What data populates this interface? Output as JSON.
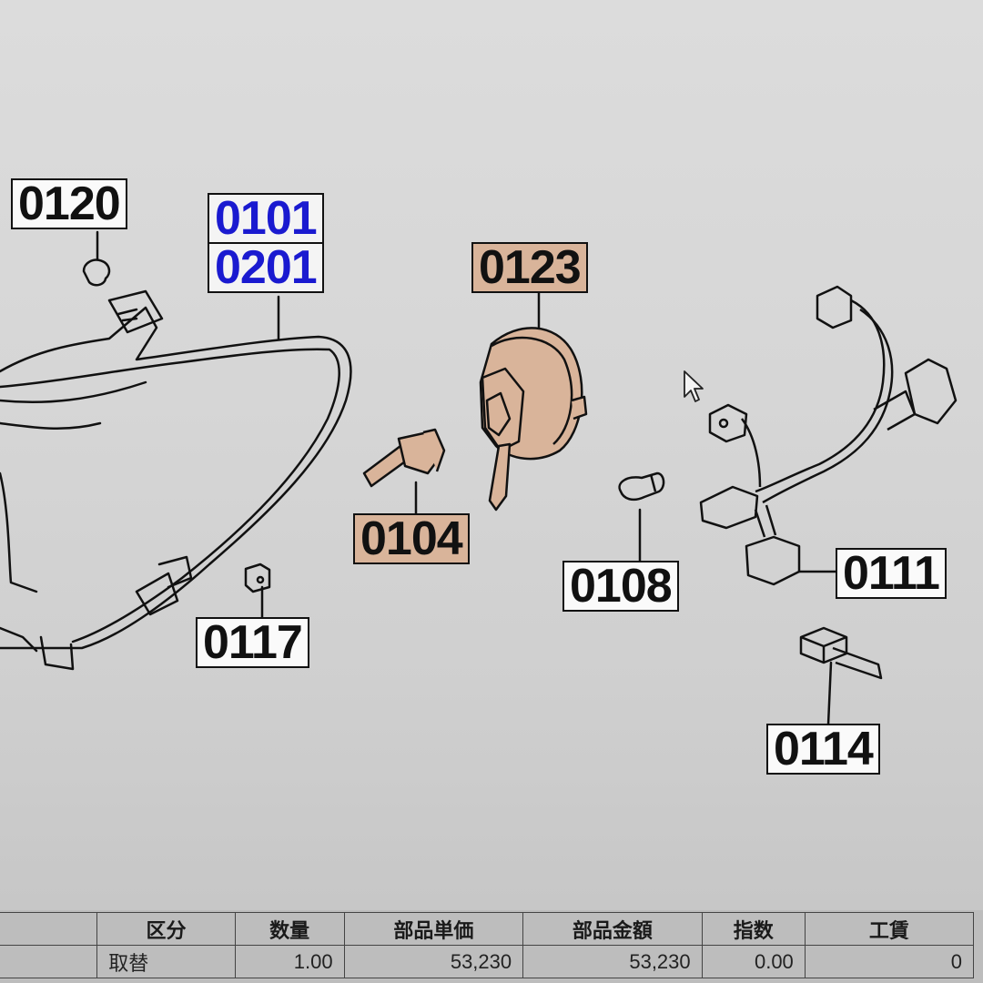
{
  "diagram": {
    "callouts": [
      {
        "id": "0120",
        "label": "0120",
        "style": "plain"
      },
      {
        "id": "0101",
        "label": "0101",
        "style": "blue-link"
      },
      {
        "id": "0201",
        "label": "0201",
        "style": "blue-link"
      },
      {
        "id": "0123",
        "label": "0123",
        "style": "highlighted"
      },
      {
        "id": "0104",
        "label": "0104",
        "style": "highlighted"
      },
      {
        "id": "0117",
        "label": "0117",
        "style": "plain"
      },
      {
        "id": "0108",
        "label": "0108",
        "style": "plain"
      },
      {
        "id": "0111",
        "label": "0111",
        "style": "plain"
      },
      {
        "id": "0114",
        "label": "0114",
        "style": "plain"
      }
    ],
    "colors": {
      "highlight": "#d9b49a",
      "link_blue": "#1a1ad0",
      "line": "#111111",
      "background": "#d8d8d8"
    }
  },
  "parts_table": {
    "headers": [
      "",
      "区分",
      "数量",
      "部品単価",
      "部品金額",
      "指数",
      "工賃"
    ],
    "rows": [
      [
        "",
        "取替",
        "1.00",
        "53,230",
        "53,230",
        "0.00",
        "0"
      ]
    ]
  }
}
